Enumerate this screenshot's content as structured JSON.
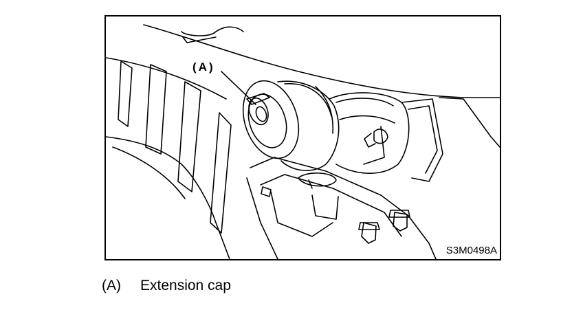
{
  "figure": {
    "callout_label": "(A)",
    "figure_code": "S3M0498A"
  },
  "caption": {
    "key": "(A)",
    "text": "Extension cap"
  }
}
